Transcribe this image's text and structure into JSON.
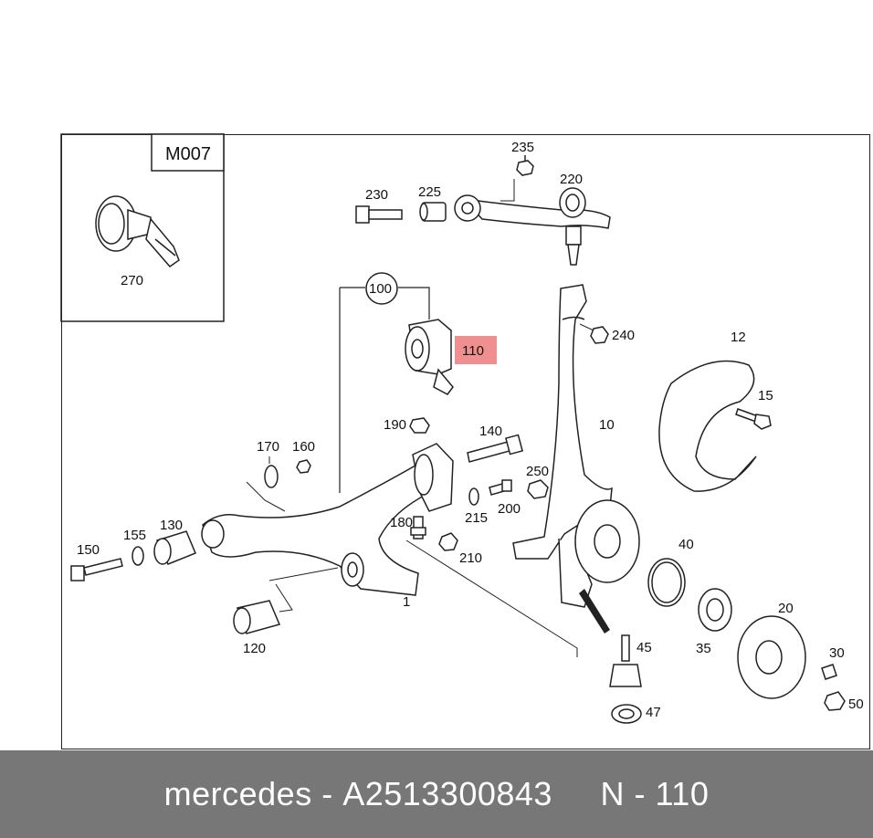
{
  "diagram": {
    "inset_code": "M007",
    "highlight_color": "#f08f8f",
    "highlighted_part": "110",
    "labels": {
      "p270": "270",
      "p235": "235",
      "p230": "230",
      "p225": "225",
      "p220": "220",
      "p100": "100",
      "p110": "110",
      "p240": "240",
      "p12": "12",
      "p15": "15",
      "p10": "10",
      "p190": "190",
      "p140": "140",
      "p170": "170",
      "p160": "160",
      "p250": "250",
      "p200": "200",
      "p215": "215",
      "p180": "180",
      "p210": "210",
      "p150": "150",
      "p155": "155",
      "p130": "130",
      "p40": "40",
      "p20": "20",
      "p120": "120",
      "p45": "45",
      "p35": "35",
      "p30": "30",
      "p47": "47",
      "p50": "50",
      "p1": "1"
    }
  },
  "footer": {
    "brand": "mercedes",
    "part_number": "A2513300843",
    "position": "N - 110",
    "separator": " - "
  }
}
